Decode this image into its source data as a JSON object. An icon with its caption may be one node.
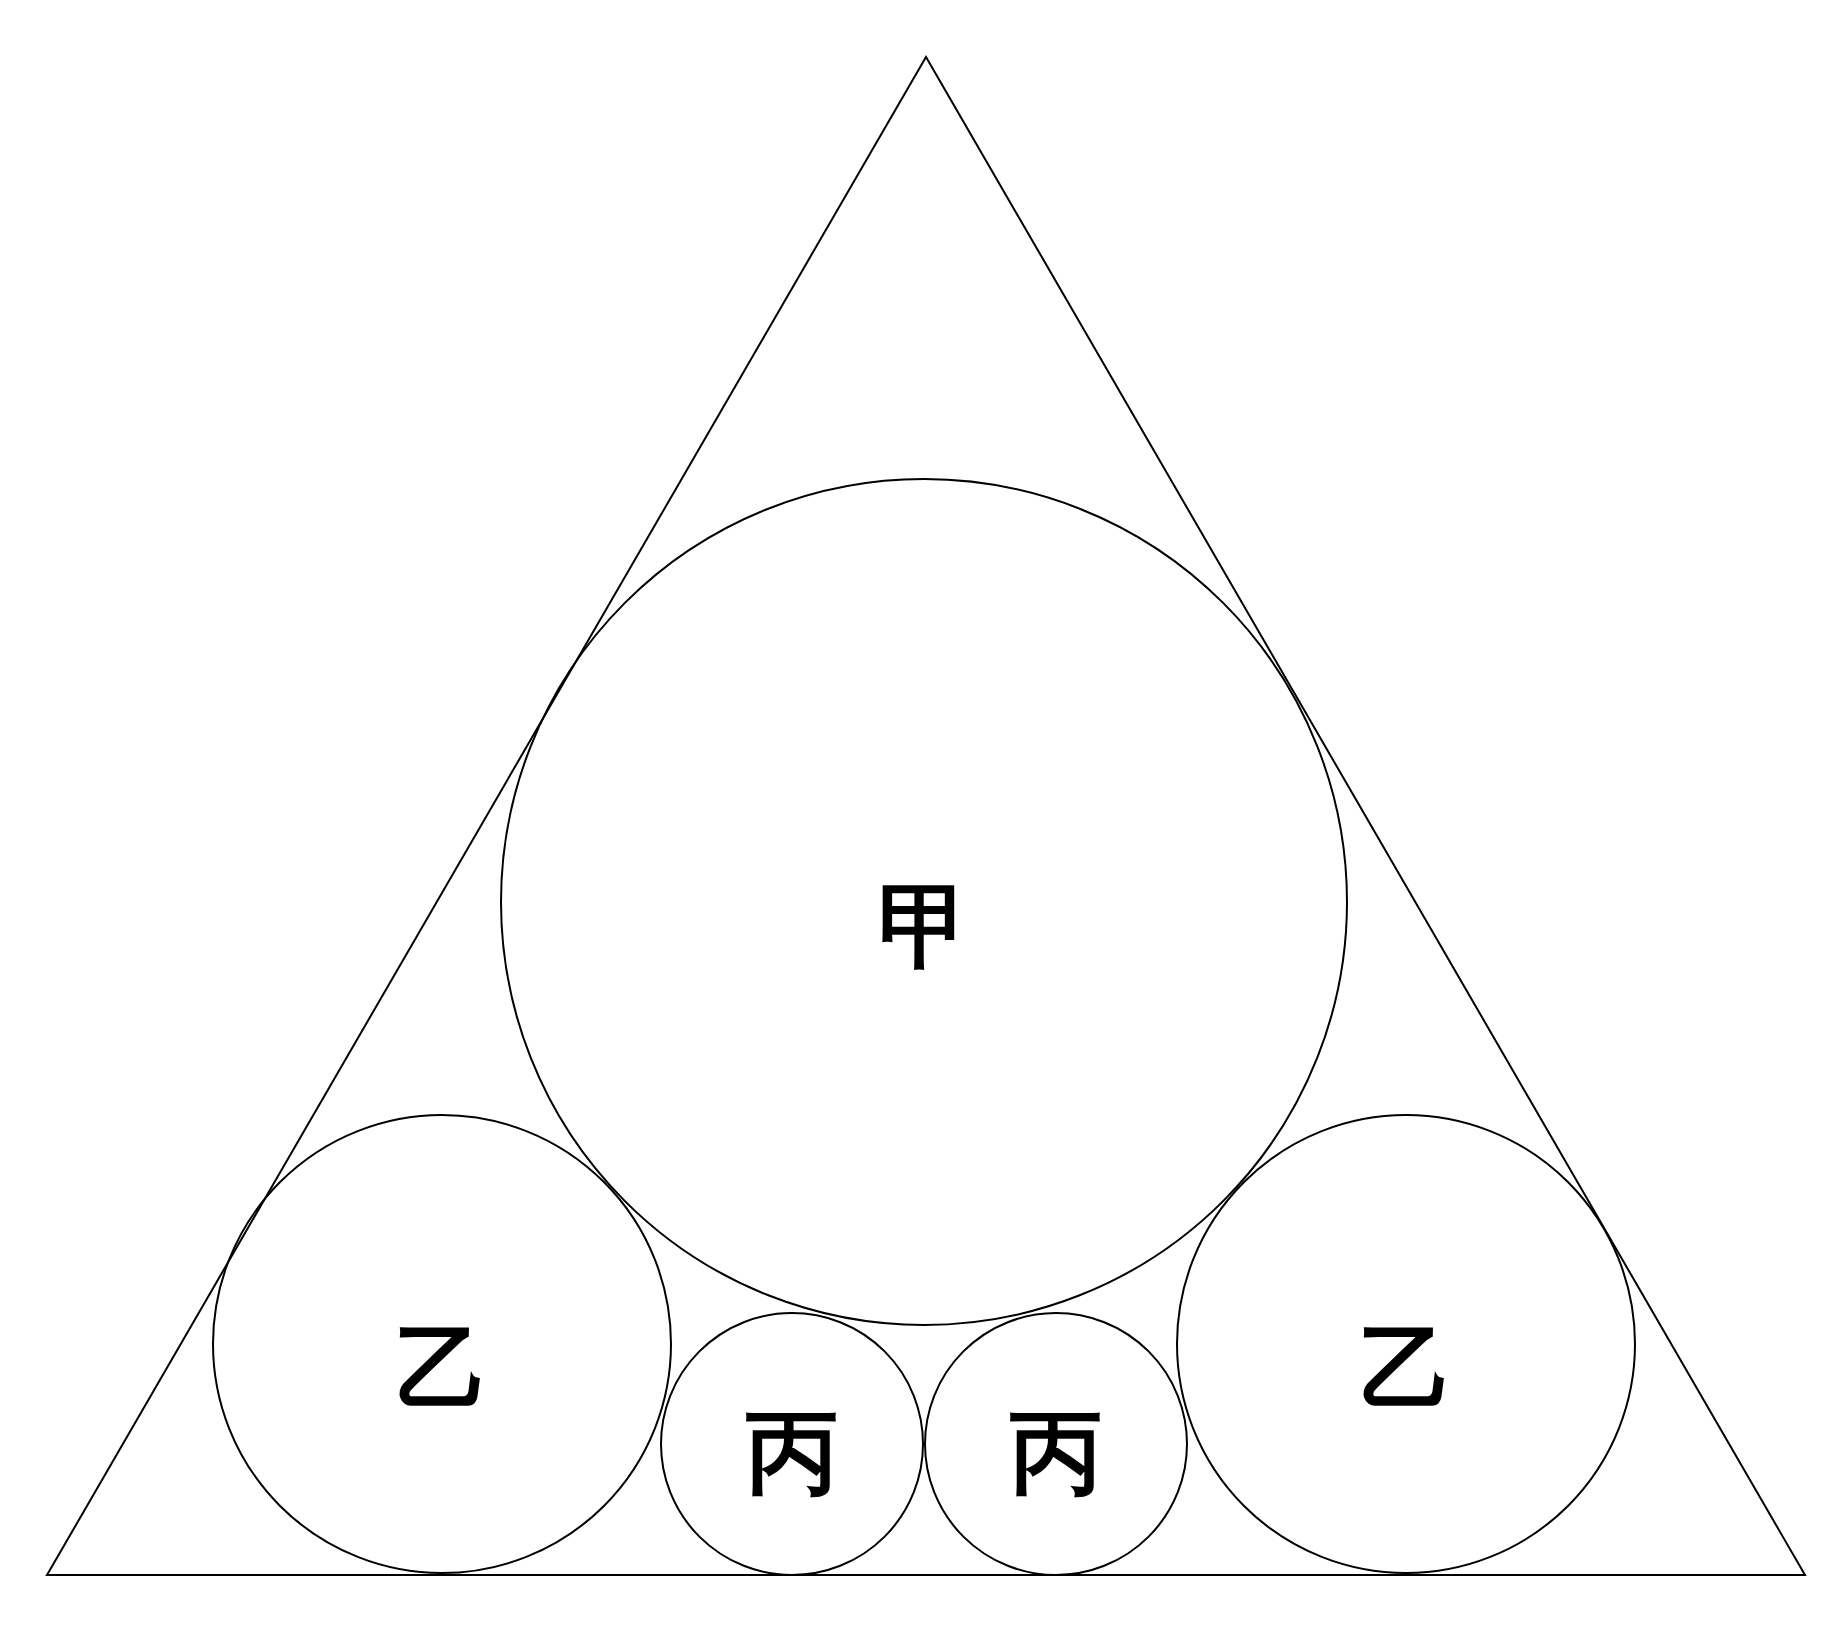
{
  "diagram": {
    "nodes": [
      {
        "text": [],
        "shape": "triangle"
      },
      {
        "text": [
          "甲"
        ],
        "in": 0
      },
      {
        "text": [
          "乙"
        ],
        "in": 0
      },
      {
        "text": [
          "丙"
        ],
        "in": 0
      },
      {
        "text": [
          "丙"
        ],
        "in": 0
      },
      {
        "text": [
          "乙"
        ],
        "in": 0
      }
    ]
  }
}
